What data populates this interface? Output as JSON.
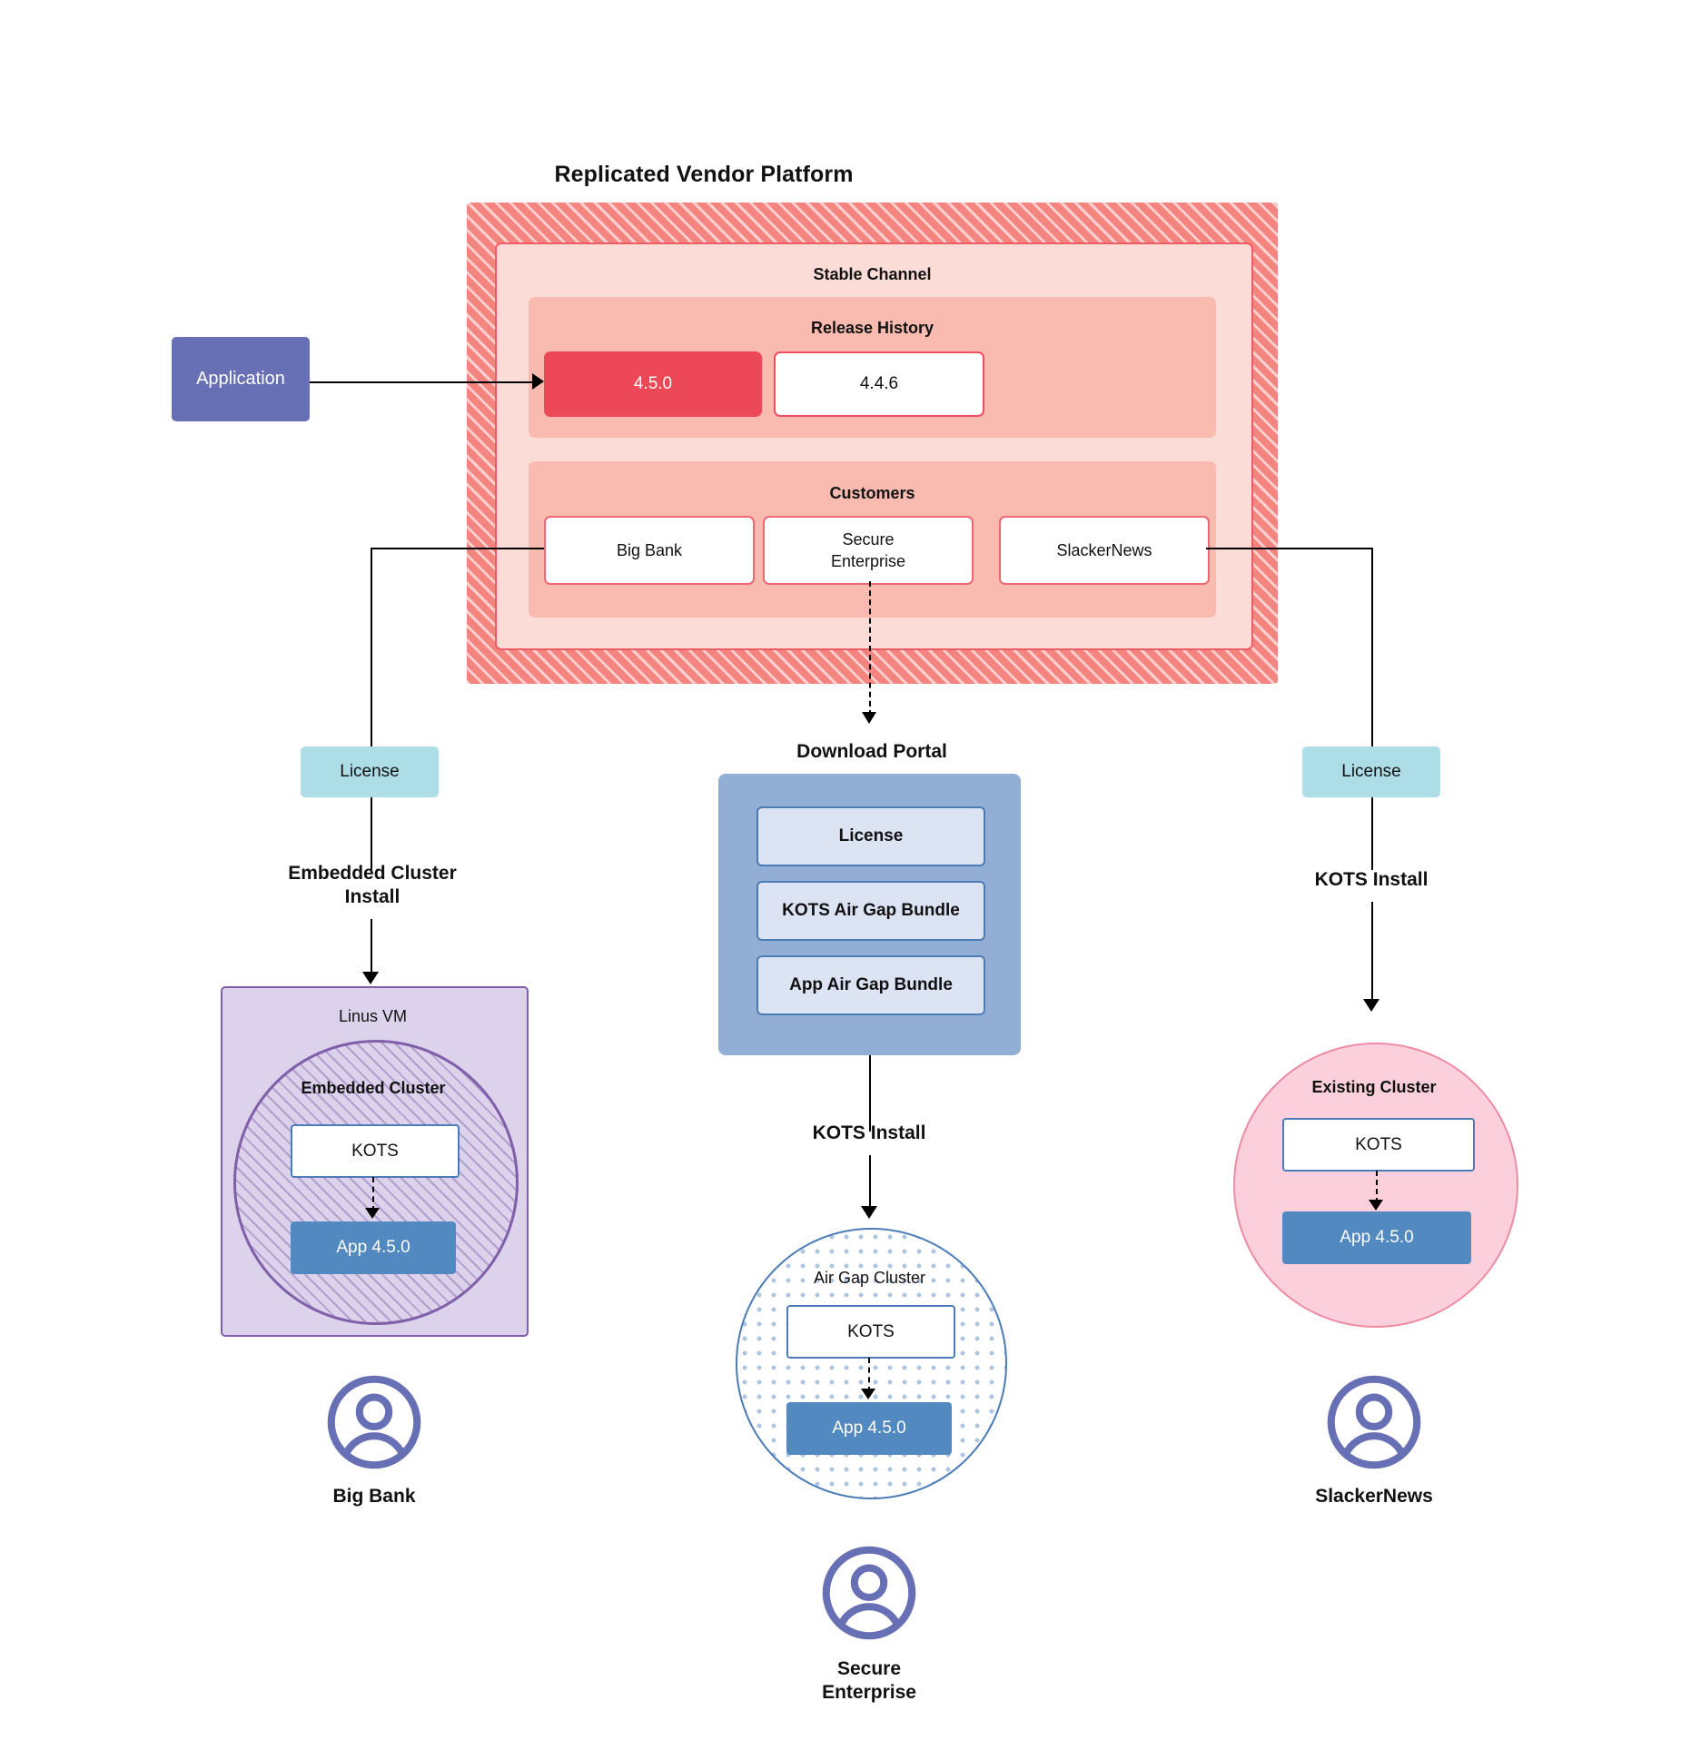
{
  "diagram": {
    "title": "Replicated Vendor Platform",
    "application": {
      "label": "Application"
    },
    "channel": {
      "title": "Stable Channel",
      "release_history": {
        "title": "Release History",
        "releases": [
          {
            "version": "4.5.0",
            "state": "current"
          },
          {
            "version": "4.4.6",
            "state": "previous"
          }
        ]
      },
      "customers": {
        "title": "Customers",
        "items": [
          {
            "name": "Big Bank"
          },
          {
            "name": "Secure\nEnterprise"
          },
          {
            "name": "SlackerNews"
          }
        ]
      }
    },
    "branches": {
      "left": {
        "license_label": "License",
        "install_label": "Embedded Cluster\nInstall",
        "vm_title": "Linus VM",
        "cluster_title": "Embedded Cluster",
        "kots_label": "KOTS",
        "app_label": "App 4.5.0",
        "customer_label": "Big Bank",
        "avatar_icon": "user-avatar-icon"
      },
      "middle": {
        "portal_title": "Download  Portal",
        "portal_items": [
          {
            "label": "License"
          },
          {
            "label": "KOTS Air Gap Bundle"
          },
          {
            "label": "App Air Gap Bundle"
          }
        ],
        "install_label": "KOTS Install",
        "cluster_title": "Air Gap Cluster",
        "kots_label": "KOTS",
        "app_label": "App 4.5.0",
        "customer_label": "Secure\nEnterprise",
        "avatar_icon": "user-avatar-icon"
      },
      "right": {
        "license_label": "License",
        "install_label": "KOTS Install",
        "cluster_title": "Existing Cluster",
        "kots_label": "KOTS",
        "app_label": "App 4.5.0",
        "customer_label": "SlackerNews",
        "avatar_icon": "user-avatar-icon"
      }
    },
    "colors": {
      "platform_hatch": "#F4847F",
      "channel_fill": "#FBDCD7",
      "channel_border": "#EF5B63",
      "band_fill": "#F9BBB0",
      "release_current": "#EC4857",
      "release_border": "#EF4F5C",
      "customer_border": "#F06773",
      "application_fill": "#6770B5",
      "license_fill": "#ADDDE6",
      "portal_fill": "#93AED5",
      "portal_item_fill": "#DCE3F3",
      "portal_item_border": "#4B7CB7",
      "vm_fill": "#DCD2EC",
      "vm_border": "#7E5FA8",
      "kots_border": "#4B7CB7",
      "app_version_fill": "#5389C1",
      "existing_cluster_fill": "#FBD0DC",
      "existing_cluster_border": "#EE8CA4",
      "avatar_stroke": "#6770B5",
      "connector": "#000000"
    }
  }
}
